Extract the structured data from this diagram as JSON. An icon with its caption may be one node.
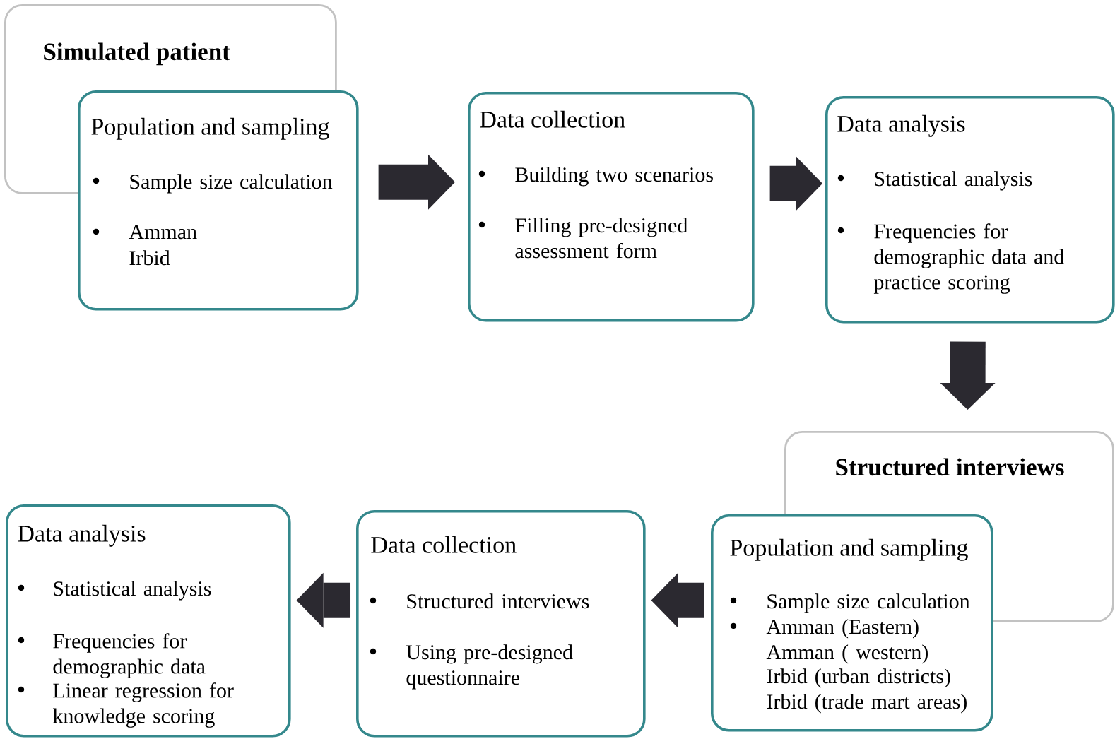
{
  "diagram": {
    "nodes": [
      {
        "text": [
          "Simulated patient"
        ]
      },
      {
        "text": [
          "Population and sampling",
          "Sample size calculation",
          "Amman",
          "Irbid"
        ]
      },
      {
        "text": [
          "Data collection",
          "Building two scenarios",
          "Filling pre-designed assessment form"
        ]
      },
      {
        "text": [
          "Data analysis",
          "Statistical analysis",
          "Frequencies for demographic data and practice scoring"
        ]
      },
      {
        "text": [
          "Structured interviews"
        ]
      },
      {
        "text": [
          "Population and sampling",
          "Sample size calculation",
          "Amman (Eastern)",
          "Amman ( western)",
          "Irbid (urban districts)",
          "Irbid (trade mart areas)"
        ]
      },
      {
        "text": [
          "Data collection",
          "Structured interviews",
          "Using pre-designed questionnaire"
        ]
      },
      {
        "text": [
          "Data analysis",
          "Statistical analysis",
          "Frequencies for demographic data",
          "Linear regression for knowledge scoring"
        ]
      }
    ],
    "edges": [
      {
        "from": 1,
        "to": 2,
        "arrow": "to"
      },
      {
        "from": 2,
        "to": 3,
        "arrow": "to"
      },
      {
        "from": 3,
        "to": 4,
        "arrow": "to"
      },
      {
        "from": 5,
        "to": 6,
        "arrow": "to"
      },
      {
        "from": 6,
        "to": 7,
        "arrow": "to"
      }
    ]
  }
}
